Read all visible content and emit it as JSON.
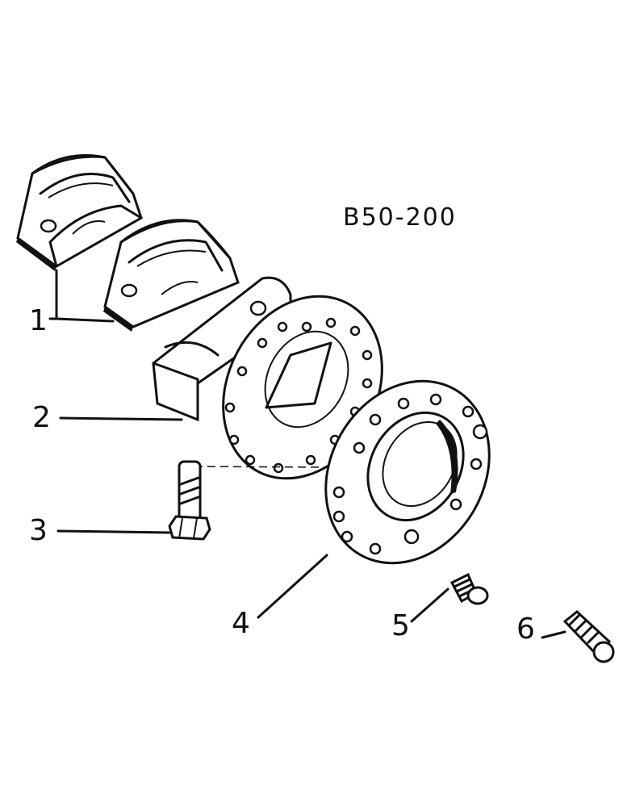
{
  "diagram": {
    "reference": "B50-200",
    "callouts": [
      "1",
      "2",
      "3",
      "4",
      "5",
      "6"
    ]
  }
}
